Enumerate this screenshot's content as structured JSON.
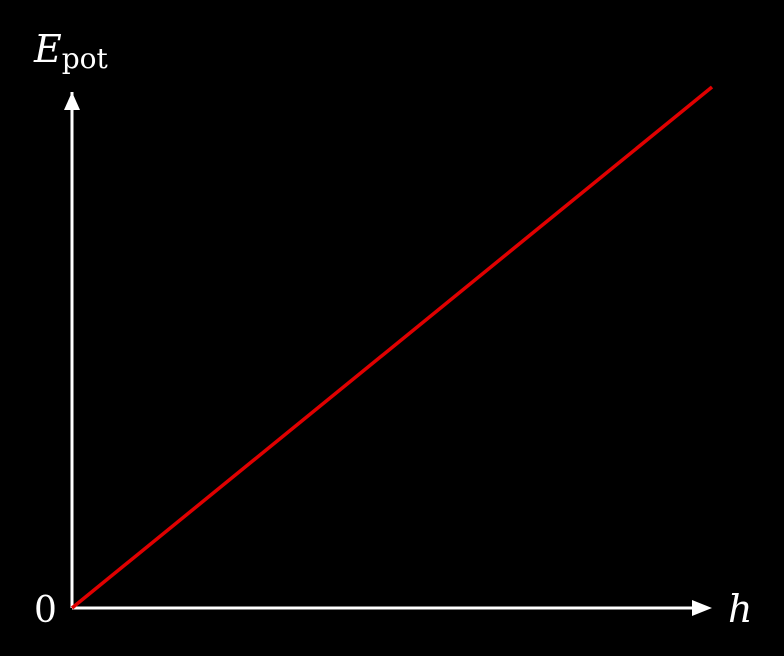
{
  "chart_data": {
    "type": "line",
    "title": "",
    "ylabel": {
      "main": "E",
      "subscript": "pot"
    },
    "xlabel": "h",
    "origin_label": "0",
    "series": [
      {
        "x": [
          0,
          1
        ],
        "y": [
          0,
          1
        ]
      }
    ],
    "xlim": [
      0,
      1
    ],
    "ylim": [
      0,
      1
    ],
    "grid": false,
    "legend": "none",
    "colors": {
      "background": "#000000",
      "axes": "#ffffff",
      "line": "#e00000",
      "text": "#ffffff"
    }
  }
}
